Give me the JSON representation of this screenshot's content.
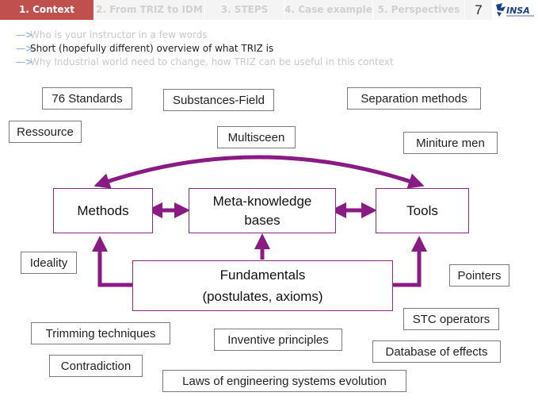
{
  "nav": {
    "tabs": [
      {
        "label": "1. Context",
        "active": true
      },
      {
        "label": "2. From TRIZ to IDM",
        "active": false
      },
      {
        "label": "3. STEPS",
        "active": false
      },
      {
        "label": "4. Case example",
        "active": false
      },
      {
        "label": "5. Perspectives",
        "active": false
      }
    ],
    "page_number": "7",
    "logo_text": "INSA"
  },
  "bullets": [
    {
      "text": "Who is your instructor in a few words",
      "active": false
    },
    {
      "text": "Short (hopefully different) overview of what TRIZ is",
      "active": true
    },
    {
      "text": "Why Industrial world need to change, how TRIZ can be useful in this context",
      "active": false
    }
  ],
  "diagram": {
    "methods": "Methods",
    "meta_line1": "Meta-knowledge",
    "meta_line2": "bases",
    "tools": "Tools",
    "fundamentals_line1": "Fundamentals",
    "fundamentals_line2": "(postulates, axioms)",
    "labels": {
      "standards": "76 Standards",
      "substances_field": "Substances-Field",
      "separation_methods": "Separation methods",
      "ressource": "Ressource",
      "multisceen": "Multisceen",
      "miniture_men": "Miniture men",
      "ideality": "Ideality",
      "pointers": "Pointers",
      "stc_operators": "STC operators",
      "trimming_techniques": "Trimming techniques",
      "inventive_principles": "Inventive principles",
      "database_of_effects": "Database of effects",
      "contradiction": "Contradiction",
      "laws": "Laws of engineering systems evolution"
    }
  },
  "colors": {
    "accent": "#c0504d",
    "arrow": "#8a1a84",
    "bullet_arrow": "#7fa7d0"
  }
}
